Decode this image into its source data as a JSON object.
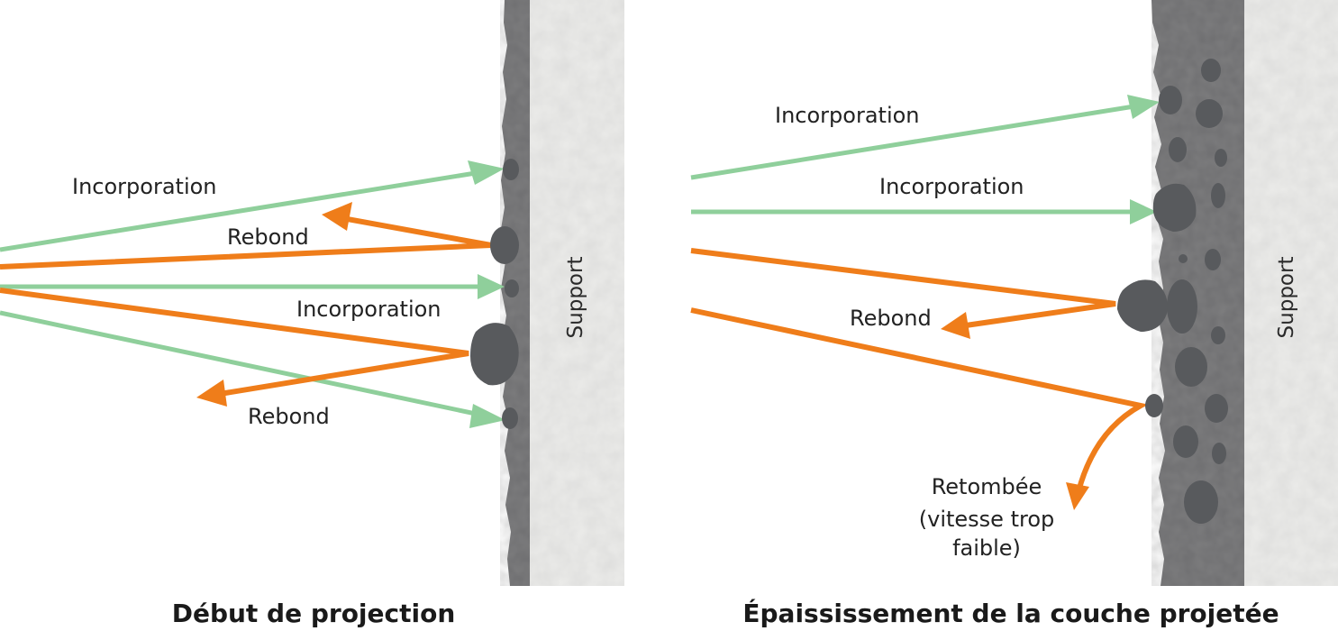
{
  "colors": {
    "incorporation": "#8fcf9b",
    "rebond": "#ef7d1a",
    "layer": "#6e6e70",
    "layer_dark": "#5a5b5d",
    "aggregate": "#585a5d",
    "support": "#ececea"
  },
  "left_panel": {
    "caption": "Début de projection",
    "support_label": "Support",
    "labels": {
      "incorporation_top": "Incorporation",
      "rebond_top": "Rebond",
      "incorporation_mid": "Incorporation",
      "rebond_bottom": "Rebond"
    }
  },
  "right_panel": {
    "caption": "Épaississement de la couche projetée",
    "support_label": "Support",
    "labels": {
      "incorporation_top": "Incorporation",
      "incorporation_mid": "Incorporation",
      "rebond": "Rebond",
      "retombee_line1": "Retombée",
      "retombee_line2": "(vitesse trop",
      "retombee_line3": "faible)"
    }
  }
}
